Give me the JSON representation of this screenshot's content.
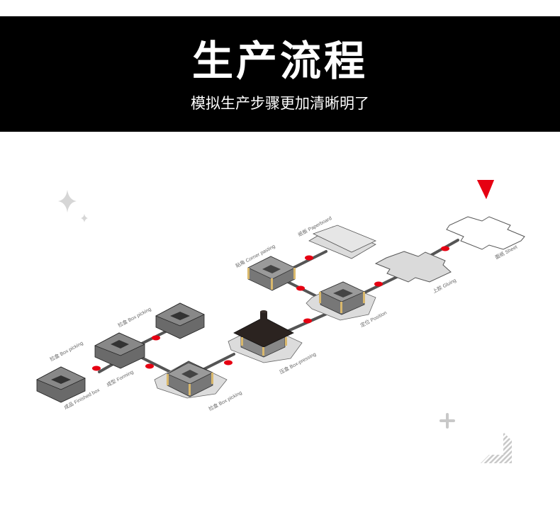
{
  "header": {
    "title": "生产流程",
    "subtitle": "模拟生产步骤更加清晰明了"
  },
  "colors": {
    "header_bg": "#000000",
    "accent_red": "#e60012",
    "connector": "#555555",
    "box_dark": "#666666",
    "box_inner": "#3a3a3a",
    "sheet_light": "#dcdcdc",
    "corner_tape": "#d9b86c",
    "press": "#2b2320"
  },
  "steps": [
    {
      "id": "sheet",
      "label": "面纸 Sheet"
    },
    {
      "id": "gluing",
      "label": "上胶 Gluing"
    },
    {
      "id": "position",
      "label": "定位 Position"
    },
    {
      "id": "paperboard",
      "label": "纸板 Paperboard"
    },
    {
      "id": "corner-pasting",
      "label": "贴角 Corner pasting"
    },
    {
      "id": "box-pressing",
      "label": "压盒 Box-pressing"
    },
    {
      "id": "box-picking-1",
      "label": "捡盒 Box picking"
    },
    {
      "id": "forming",
      "label": "成型 Forming"
    },
    {
      "id": "box-picking-2",
      "label": "捡盒 Box picking"
    },
    {
      "id": "box-picking-3",
      "label": "捡盒 Box picking"
    },
    {
      "id": "finished-box",
      "label": "成品 Finished box"
    }
  ],
  "decorations": [
    "sparkle-icon",
    "small-sparkle-icon",
    "plus-icon",
    "striped-corner-icon",
    "start-arrow-icon"
  ]
}
